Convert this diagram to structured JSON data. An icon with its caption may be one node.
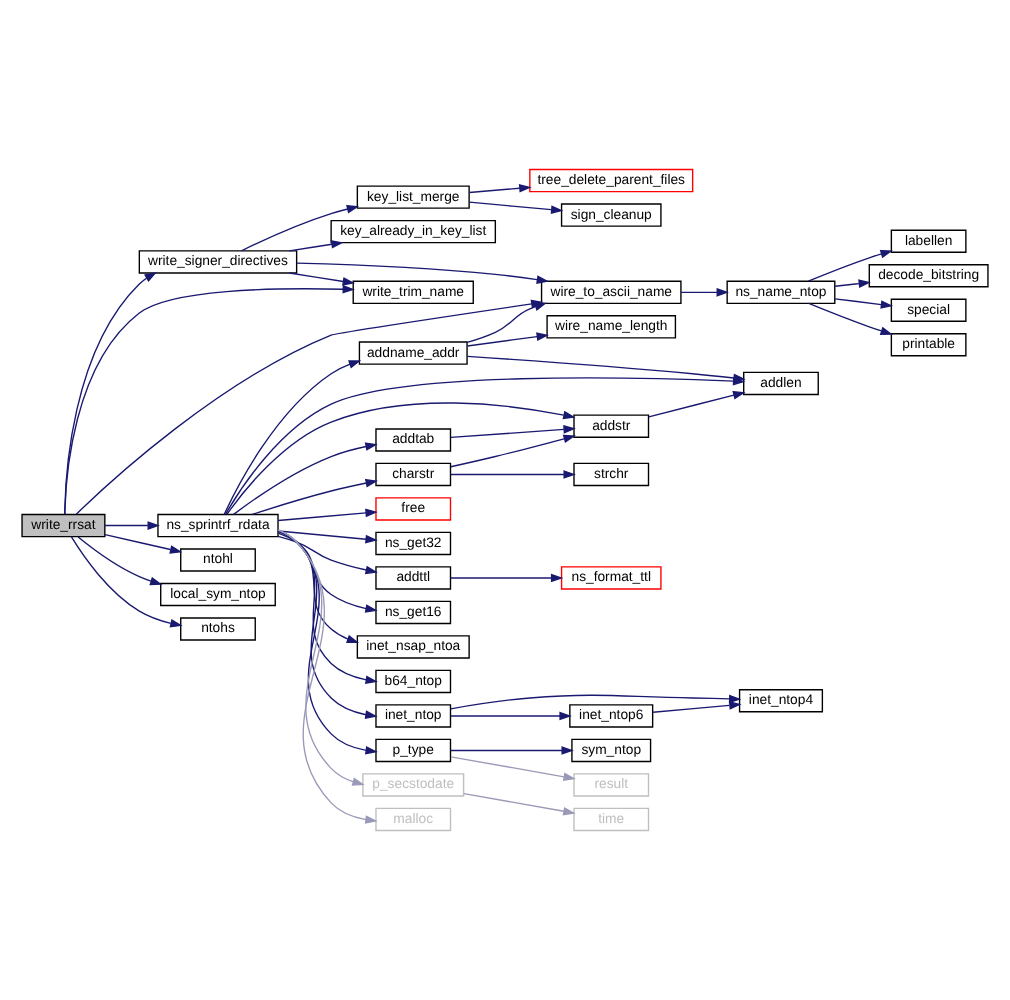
{
  "diagram": {
    "nodes": [
      {
        "text": [
          "write_rrsat"
        ]
      },
      {
        "text": [
          "write_signer_directives"
        ]
      },
      {
        "text": [
          "ns_sprintrf_rdata"
        ]
      },
      {
        "text": [
          "ntohl"
        ]
      },
      {
        "text": [
          "local_sym_ntop"
        ]
      },
      {
        "text": [
          "ntohs"
        ]
      },
      {
        "text": [
          "key_list_merge"
        ]
      },
      {
        "text": [
          "key_already_in_key_list"
        ]
      },
      {
        "text": [
          "write_trim_name"
        ]
      },
      {
        "text": [
          "wire_to_ascii_name"
        ]
      },
      {
        "text": [
          "tree_delete_parent_files"
        ]
      },
      {
        "text": [
          "sign_cleanup"
        ]
      },
      {
        "text": [
          "ns_name_ntop"
        ]
      },
      {
        "text": [
          "labellen"
        ]
      },
      {
        "text": [
          "decode_bitstring"
        ]
      },
      {
        "text": [
          "special"
        ]
      },
      {
        "text": [
          "printable"
        ]
      },
      {
        "text": [
          "free"
        ]
      },
      {
        "text": [
          "addname_addr"
        ]
      },
      {
        "text": [
          "wire_name_length"
        ]
      },
      {
        "text": [
          "addtab"
        ]
      },
      {
        "text": [
          "addstr"
        ]
      },
      {
        "text": [
          "charstr"
        ]
      },
      {
        "text": [
          "strchr"
        ]
      },
      {
        "text": [
          "addlen"
        ]
      },
      {
        "text": [
          "ns_get32"
        ]
      },
      {
        "text": [
          "addttl"
        ]
      },
      {
        "text": [
          "ns_format_ttl"
        ]
      },
      {
        "text": [
          "ns_get16"
        ]
      },
      {
        "text": [
          "inet_nsap_ntoa"
        ]
      },
      {
        "text": [
          "b64_ntop"
        ]
      },
      {
        "text": [
          "inet_ntop"
        ]
      },
      {
        "text": [
          "inet_ntop6"
        ]
      },
      {
        "text": [
          "inet_ntop4"
        ]
      },
      {
        "text": [
          "p_type"
        ]
      },
      {
        "text": [
          "sym_ntop"
        ]
      },
      {
        "text": [
          "p_secstodate"
        ]
      },
      {
        "text": [
          "result"
        ]
      },
      {
        "text": [
          "malloc"
        ]
      },
      {
        "text": [
          "time"
        ]
      }
    ],
    "edges": [
      {
        "from": 0,
        "to": 1,
        "arrow": "to"
      },
      {
        "from": 0,
        "to": 8,
        "arrow": "to"
      },
      {
        "from": 0,
        "to": 9,
        "arrow": "to"
      },
      {
        "from": 0,
        "to": 2,
        "arrow": "to"
      },
      {
        "from": 0,
        "to": 3,
        "arrow": "to"
      },
      {
        "from": 0,
        "to": 4,
        "arrow": "to"
      },
      {
        "from": 0,
        "to": 5,
        "arrow": "to"
      },
      {
        "from": 1,
        "to": 6,
        "arrow": "to"
      },
      {
        "from": 1,
        "to": 9,
        "arrow": "to"
      },
      {
        "from": 1,
        "to": 7,
        "arrow": "to"
      },
      {
        "from": 1,
        "to": 8,
        "arrow": "to"
      },
      {
        "from": 6,
        "to": 10,
        "arrow": "to"
      },
      {
        "from": 6,
        "to": 11,
        "arrow": "to"
      },
      {
        "from": 9,
        "to": 12,
        "arrow": "to"
      },
      {
        "from": 12,
        "to": 13,
        "arrow": "to"
      },
      {
        "from": 12,
        "to": 14,
        "arrow": "to"
      },
      {
        "from": 12,
        "to": 15,
        "arrow": "to"
      },
      {
        "from": 12,
        "to": 16,
        "arrow": "to"
      },
      {
        "from": 2,
        "to": 17,
        "arrow": "to"
      },
      {
        "from": 2,
        "to": 18,
        "arrow": "to"
      },
      {
        "from": 2,
        "to": 21,
        "arrow": "to"
      },
      {
        "from": 2,
        "to": 20,
        "arrow": "to"
      },
      {
        "from": 2,
        "to": 22,
        "arrow": "to"
      },
      {
        "from": 2,
        "to": 24,
        "arrow": "to"
      },
      {
        "from": 2,
        "to": 25,
        "arrow": "to"
      },
      {
        "from": 2,
        "to": 26,
        "arrow": "to"
      },
      {
        "from": 2,
        "to": 28,
        "arrow": "to"
      },
      {
        "from": 2,
        "to": 29,
        "arrow": "to"
      },
      {
        "from": 2,
        "to": 30,
        "arrow": "to"
      },
      {
        "from": 2,
        "to": 31,
        "arrow": "to"
      },
      {
        "from": 2,
        "to": 34,
        "arrow": "to"
      },
      {
        "from": 2,
        "to": 36,
        "arrow": "to",
        "color": "#9a9ab8"
      },
      {
        "from": 2,
        "to": 38,
        "arrow": "to",
        "color": "#9a9ab8"
      },
      {
        "from": 18,
        "to": 9,
        "arrow": "to"
      },
      {
        "from": 18,
        "to": 19,
        "arrow": "to"
      },
      {
        "from": 18,
        "to": 24,
        "arrow": "to"
      },
      {
        "from": 20,
        "to": 21,
        "arrow": "to"
      },
      {
        "from": 22,
        "to": 21,
        "arrow": "to"
      },
      {
        "from": 22,
        "to": 23,
        "arrow": "to"
      },
      {
        "from": 21,
        "to": 24,
        "arrow": "to"
      },
      {
        "from": 26,
        "to": 27,
        "arrow": "to"
      },
      {
        "from": 31,
        "to": 33,
        "arrow": "to"
      },
      {
        "from": 31,
        "to": 32,
        "arrow": "to"
      },
      {
        "from": 32,
        "to": 33,
        "arrow": "to"
      },
      {
        "from": 34,
        "to": 35,
        "arrow": "to"
      },
      {
        "from": 34,
        "to": 37,
        "arrow": "to",
        "color": "#9a9ab8"
      },
      {
        "from": 36,
        "to": 39,
        "arrow": "to",
        "color": "#9a9ab8"
      }
    ]
  }
}
